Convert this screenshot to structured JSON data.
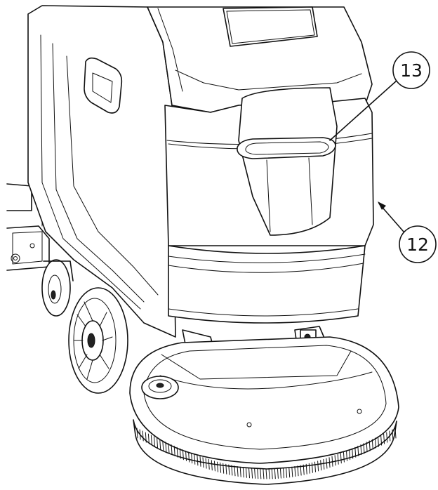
{
  "callouts": [
    {
      "number": "13",
      "target": "handle-recess"
    },
    {
      "number": "12",
      "target": "body-cover"
    }
  ],
  "colors": {
    "line": "#111111",
    "background": "#ffffff"
  }
}
